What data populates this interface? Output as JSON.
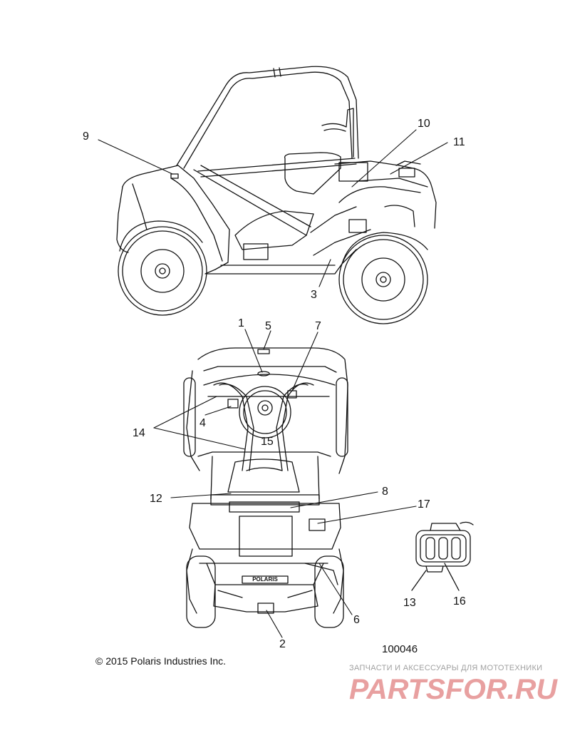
{
  "callouts": {
    "c1": "1",
    "c2": "2",
    "c3": "3",
    "c4": "4",
    "c5": "5",
    "c6": "6",
    "c7": "7",
    "c8": "8",
    "c9": "9",
    "c10": "10",
    "c11": "11",
    "c12": "12",
    "c13": "13",
    "c14": "14",
    "c15": "15",
    "c16": "16",
    "c17": "17"
  },
  "footer": {
    "copyright": "© 2015 Polaris Industries Inc.",
    "diagram_number": "100046"
  },
  "decal": {
    "brand_text": "POLARIS"
  },
  "watermark": {
    "tagline": "ЗАПЧАСТИ И АКСЕССУАРЫ ДЛЯ МОТОТЕХНИКИ",
    "logo_text": "PARTSFOR.RU",
    "color": "#e8a0a0"
  },
  "colors": {
    "line": "#111111",
    "background": "#ffffff"
  }
}
